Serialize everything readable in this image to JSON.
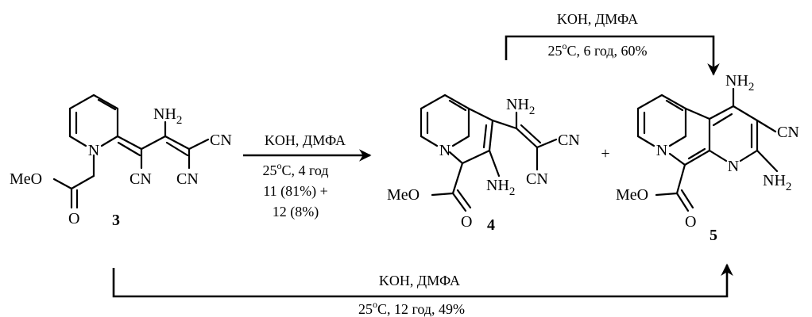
{
  "compounds": {
    "c3": {
      "number": "3",
      "labels": {
        "n": "N",
        "nh2": "NH",
        "nh2_sub": "2",
        "cn1": "CN",
        "cn2": "CN",
        "cn3": "CN",
        "meo": "MeO",
        "o": "O"
      }
    },
    "c4": {
      "number": "4",
      "labels": {
        "n": "N",
        "nh2a": "NH",
        "nh2a_sub": "2",
        "nh2b": "NH",
        "nh2b_sub": "2",
        "cn1": "CN",
        "cn2": "CN",
        "meo": "MeO",
        "o": "O"
      }
    },
    "c5": {
      "number": "5",
      "labels": {
        "n1": "N",
        "n2": "N",
        "nh2a": "NH",
        "nh2a_sub": "2",
        "nh2b": "NH",
        "nh2b_sub": "2",
        "cn": "CN",
        "meo": "MeO",
        "o": "O"
      }
    }
  },
  "plus": "+",
  "arrows": {
    "a_3_to_4": {
      "reagents": "KOH, ДМФА",
      "cond_pre": "25",
      "cond_deg": "o",
      "cond_post": "C, 4 год",
      "line2": "11 (81%) +",
      "line3": "12 (8%)"
    },
    "a_4_to_5": {
      "reagents": "KOH, ДМФА",
      "cond_pre": "25",
      "cond_deg": "o",
      "cond_post": "C, 6 год, 60%"
    },
    "a_3_to_5": {
      "reagents": "KOH, ДМФА",
      "cond_pre": "25",
      "cond_deg": "o",
      "cond_post": "C, 12 год,  49%"
    }
  }
}
